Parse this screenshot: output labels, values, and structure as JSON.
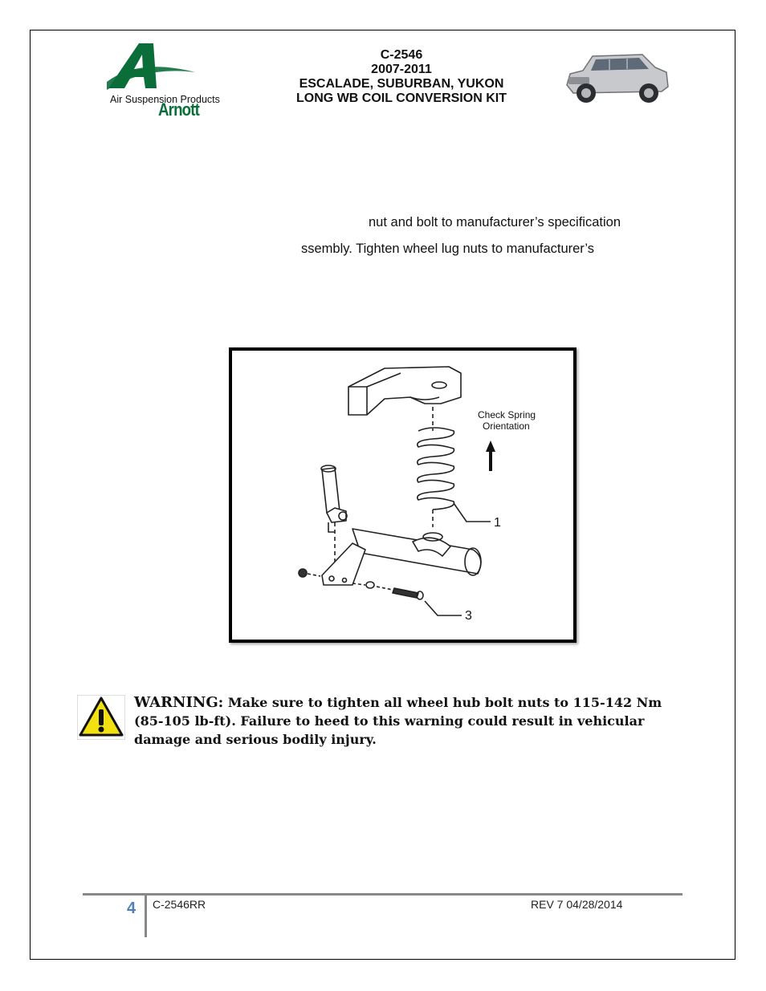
{
  "header": {
    "brand_name": "Arnott",
    "brand_sub": "Air Suspension Products",
    "part_number": "C-2546",
    "years": "2007-2011",
    "models": "ESCALADE, SUBURBAN, YUKON",
    "kit_name": "LONG WB  COIL CONVERSION KIT"
  },
  "body": {
    "line1": "nut and bolt to manufacturer’s specification",
    "line2": "ssembly. Tighten wheel lug nuts to manufacturer’s"
  },
  "figure": {
    "note_line1": "Check Spring",
    "note_line2": "Orientation",
    "callout_1": "1",
    "callout_3": "3"
  },
  "warning": {
    "lead": "WARNING:",
    "text": "Make sure to tighten all wheel hub bolt nuts to 115-142 Nm (85-105 lb-ft). Failure to heed to this warning could result in vehicular damage and serious bodily injury."
  },
  "footer": {
    "page_number": "4",
    "doc_code": "C-2546RR",
    "revision": "REV 7 04/28/2014"
  },
  "colors": {
    "brand_green": "#0b6e3a",
    "page_number_blue": "#4f7fb5",
    "warning_yellow": "#f3e010"
  }
}
